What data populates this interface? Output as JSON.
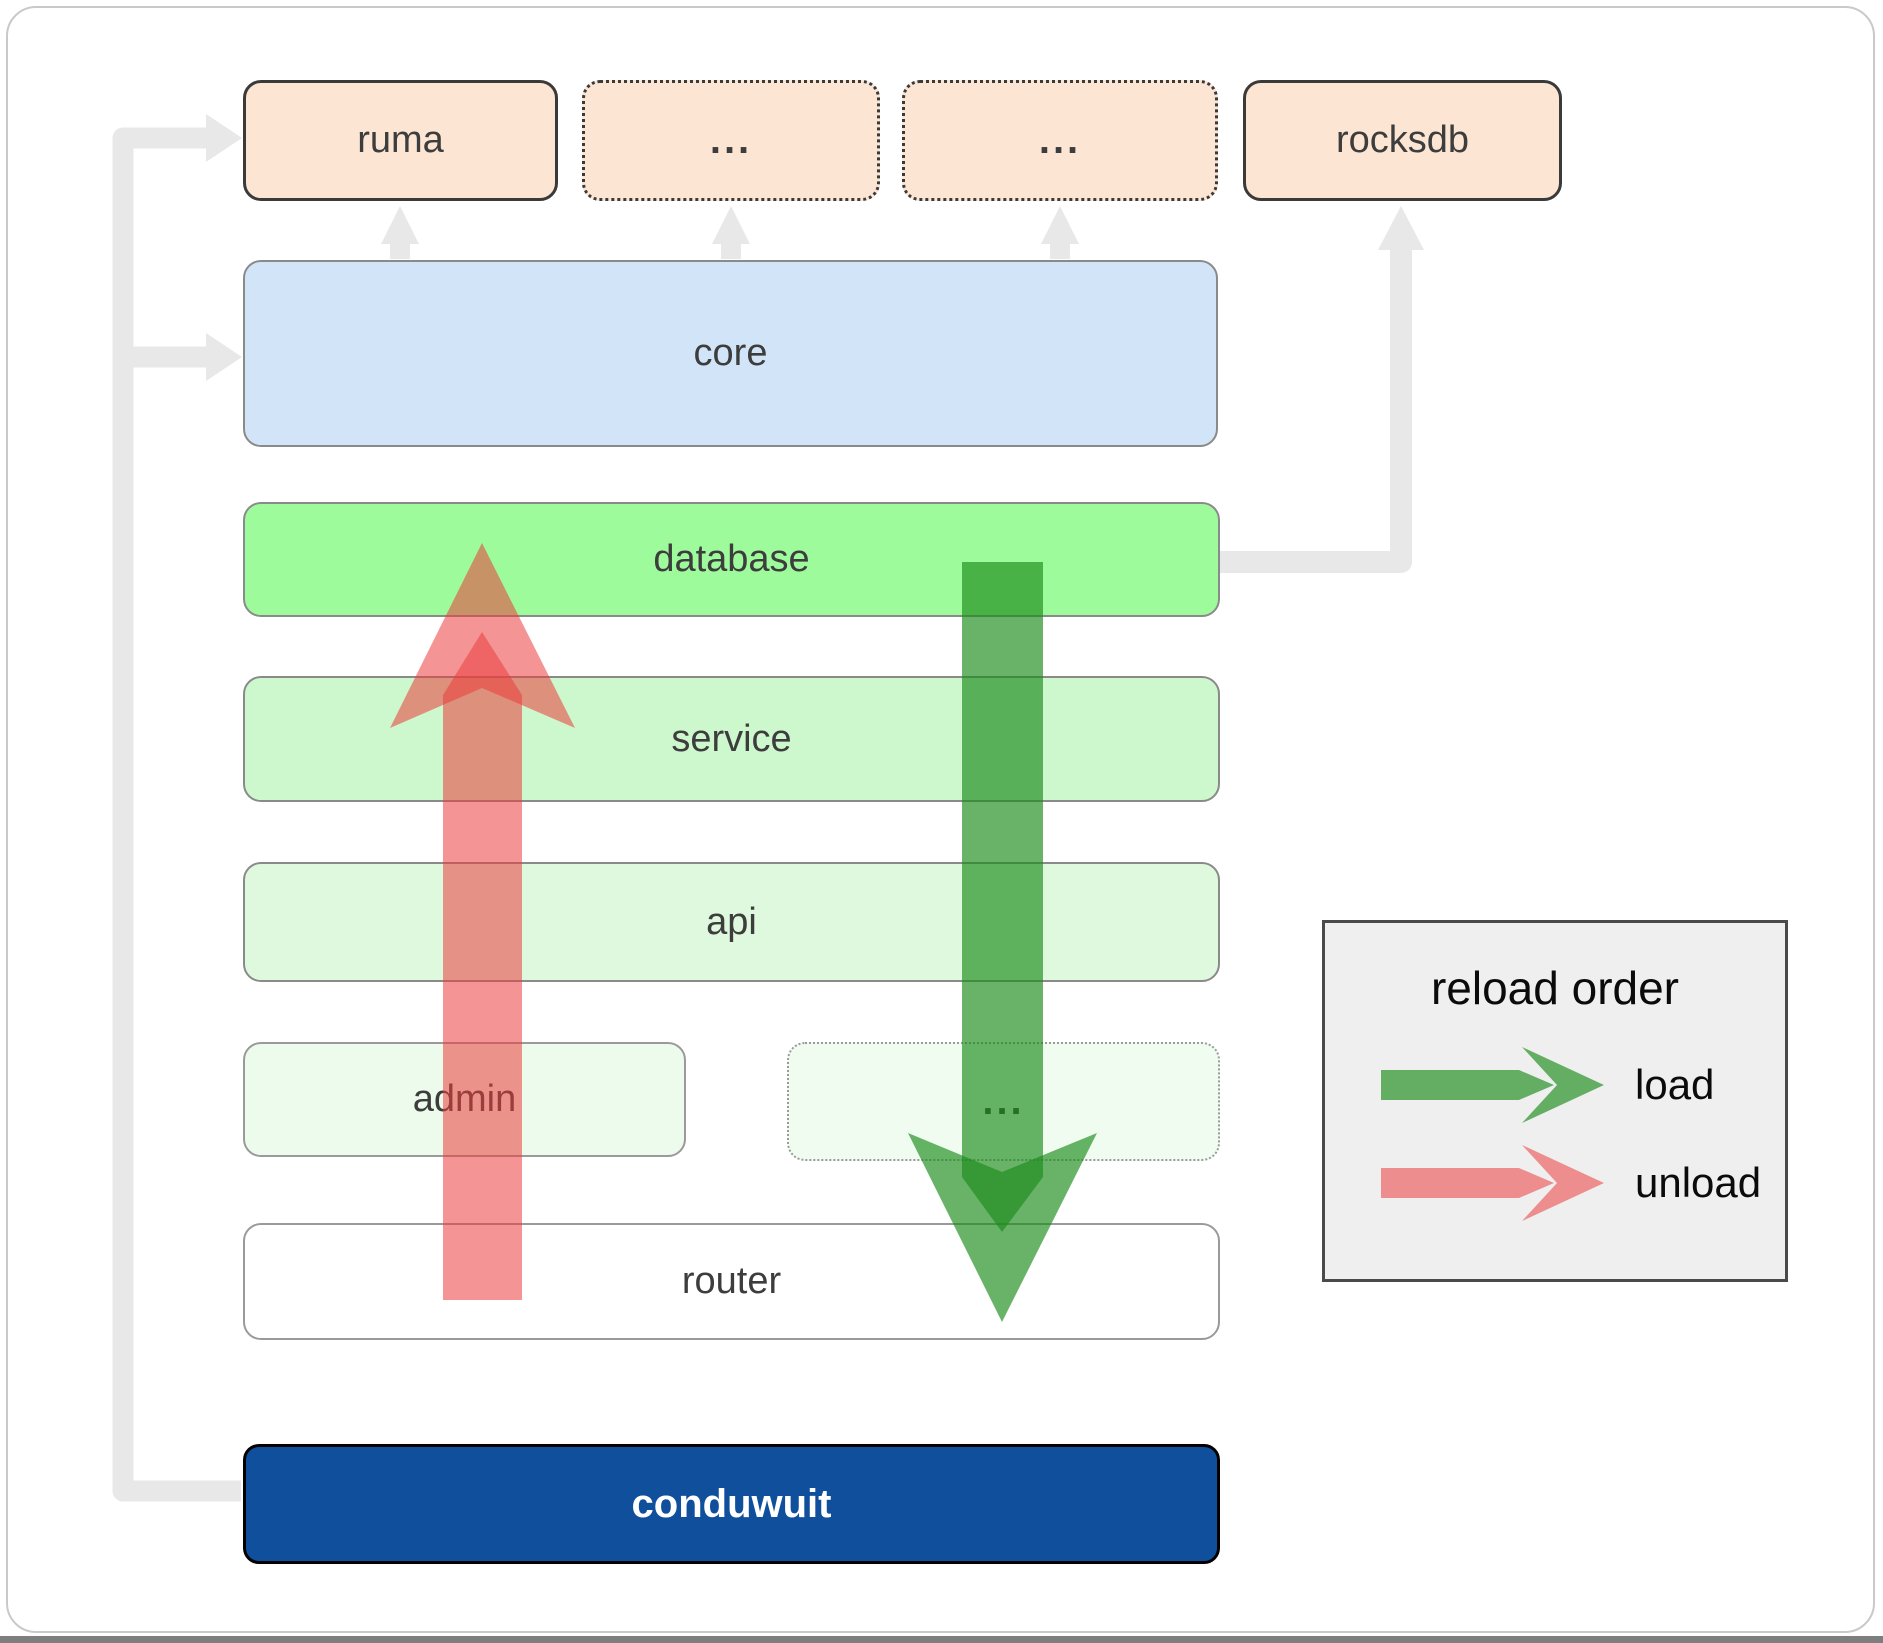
{
  "diagram": {
    "nodes": {
      "ruma": {
        "label": "ruma"
      },
      "dep_a": {
        "label": "..."
      },
      "dep_b": {
        "label": "..."
      },
      "rocksdb": {
        "label": "rocksdb"
      },
      "core": {
        "label": "core"
      },
      "database": {
        "label": "database"
      },
      "service": {
        "label": "service"
      },
      "api": {
        "label": "api"
      },
      "admin": {
        "label": "admin"
      },
      "admin_more": {
        "label": "..."
      },
      "router": {
        "label": "router"
      },
      "conduwuit": {
        "label": "conduwuit"
      }
    },
    "legend": {
      "title": "reload order",
      "items": [
        {
          "label": "load"
        },
        {
          "label": "unload"
        }
      ]
    },
    "colors": {
      "dependency_fill": "#fce5d3",
      "core_fill": "#d2e5f8",
      "database_fill": "#9efb9c",
      "service_fill": "#cdf8cd",
      "api_fill": "#def9dd",
      "admin_fill": "#ecfbec",
      "admin_more_fill": "#f0fcf0",
      "router_fill": "#ffffff",
      "conduwuit_fill": "#0f4f9c",
      "legend_fill": "#efefef",
      "connector_gray": "#e8e8e8",
      "load_arrow": "rgba(27,140,27,0.66)",
      "unload_arrow": "rgba(235,60,60,0.55)"
    }
  }
}
